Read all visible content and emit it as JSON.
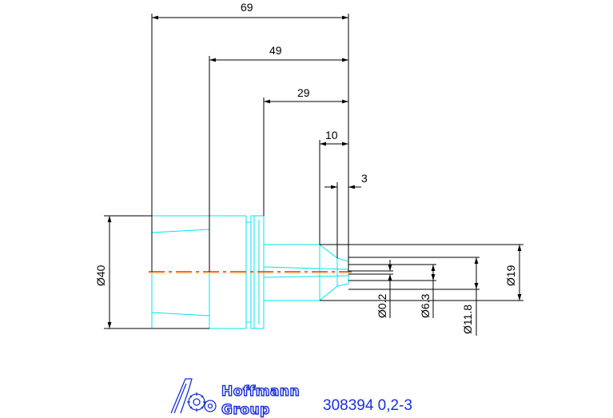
{
  "dimensions": {
    "length_69": "69",
    "length_49": "49",
    "length_29": "29",
    "length_10": "10",
    "length_3": "3",
    "dia_40": "Ø40",
    "dia_19": "Ø19",
    "dia_0_2": "Ø0.2",
    "dia_6_3": "Ø6.3",
    "dia_11_8": "Ø11.8"
  },
  "logo": {
    "line1": "Hoffmann",
    "line2": "Group"
  },
  "article_code": "308394 0,2-3",
  "colors": {
    "part_outline": "#00e5ee",
    "dimensions": "#000000",
    "brand": "#1a2fd6",
    "centerline_a": "#ff2a2a",
    "centerline_b": "#e8e800"
  }
}
